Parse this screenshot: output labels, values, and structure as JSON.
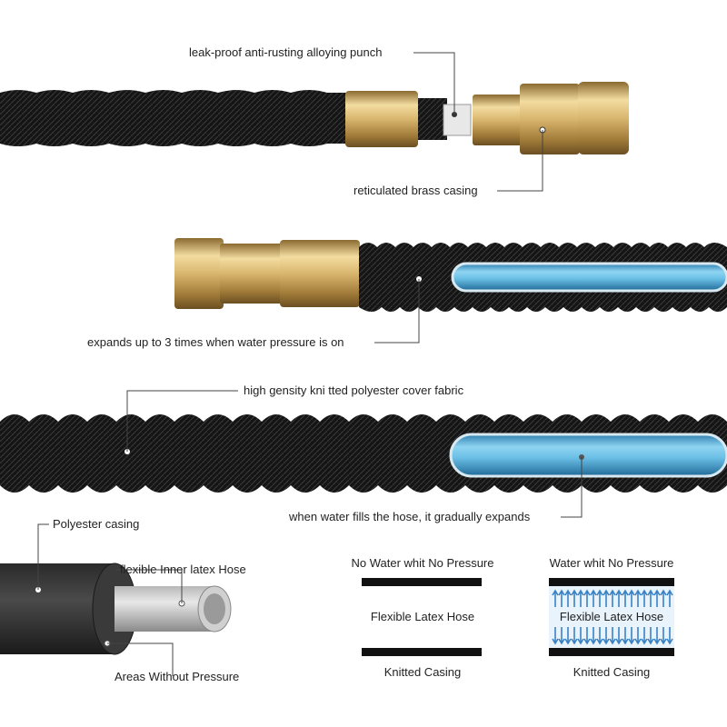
{
  "labels": {
    "punch": "leak-proof anti-rusting alloying punch",
    "brass": "reticulated brass casing",
    "expands": "expands up to 3 times when water pressure is on",
    "fabric": "high gensity kni tted polyester cover fabric",
    "fills": "when water fills the hose, it gradually expands",
    "casing": "Polyester casing",
    "inner": "flexible Inner latex Hose",
    "areas": "Areas Without Pressure"
  },
  "comparison": {
    "left": {
      "title": "No Water whit No Pressure",
      "middle": "Flexible Latex Hose",
      "bottom": "Knitted Casing"
    },
    "right": {
      "title": "Water whit No Pressure",
      "middle": "Flexible Latex Hose",
      "bottom": "Knitted Casing"
    }
  },
  "colors": {
    "hose_black": "#1a1a1a",
    "brass": "#d8b878",
    "water_blue": "#5ab4dc",
    "arrow_blue": "#3b82c4"
  }
}
